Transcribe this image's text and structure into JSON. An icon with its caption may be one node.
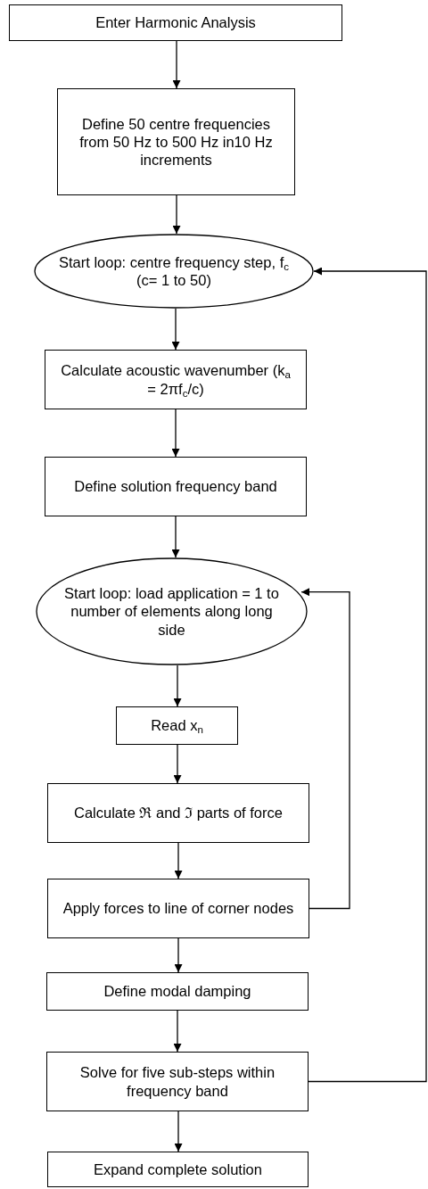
{
  "diagram": {
    "nodes": [
      {
        "text": [
          "Enter Harmonic Analysis"
        ]
      },
      {
        "text": [
          "Define 50 centre frequencies from 50 Hz to 500 Hz in10 Hz increments"
        ]
      },
      {
        "text": [
          "Start loop: centre frequency step, f$_{c}$ (c= 1 to 50)"
        ]
      },
      {
        "text": [
          "Calculate acoustic wavenumber (k$_{a}$ = 2πf$_{c}$/c)"
        ]
      },
      {
        "text": [
          "Define solution frequency band"
        ]
      },
      {
        "text": [
          "Start loop: load application = 1 to number of elements along long side"
        ]
      },
      {
        "text": [
          "Read x$_{n}$"
        ]
      },
      {
        "text": [
          "Calculate ℜ and ℑ parts of force"
        ]
      },
      {
        "text": [
          "Apply forces to line of corner nodes"
        ]
      },
      {
        "text": [
          "Define modal damping"
        ]
      },
      {
        "text": [
          "Solve for five sub-steps within frequency band"
        ]
      },
      {
        "text": [
          "Expand complete solution"
        ]
      }
    ],
    "edges": [
      {
        "from": 0,
        "to": 1,
        "arrow": "to"
      },
      {
        "from": 1,
        "to": 2,
        "arrow": "to"
      },
      {
        "from": 2,
        "to": 3,
        "arrow": "to"
      },
      {
        "from": 3,
        "to": 4,
        "arrow": "to"
      },
      {
        "from": 4,
        "to": 5,
        "arrow": "to"
      },
      {
        "from": 5,
        "to": 6,
        "arrow": "to"
      },
      {
        "from": 6,
        "to": 7,
        "arrow": "to"
      },
      {
        "from": 7,
        "to": 8,
        "arrow": "to"
      },
      {
        "from": 8,
        "to": 5,
        "arrow": "to"
      },
      {
        "from": 8,
        "to": 9,
        "arrow": "to"
      },
      {
        "from": 9,
        "to": 10,
        "arrow": "to"
      },
      {
        "from": 10,
        "to": 2,
        "arrow": "to"
      },
      {
        "from": 10,
        "to": 11,
        "arrow": "to"
      }
    ]
  }
}
